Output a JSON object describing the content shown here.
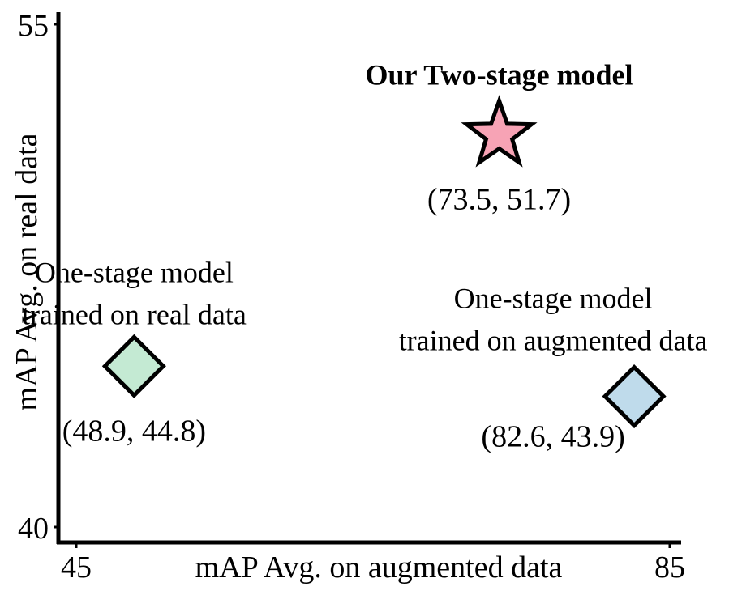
{
  "chart_data": {
    "type": "scatter",
    "xlabel": "mAP Avg. on augmented data",
    "ylabel": "mAP Avg. on real data",
    "xlim": [
      45,
      85
    ],
    "ylim": [
      40,
      55
    ],
    "xticks": [
      "45",
      "85"
    ],
    "yticks": [
      "40",
      "55"
    ],
    "grid": false,
    "points": [
      {
        "x": 73.5,
        "y": 51.7,
        "marker": "star",
        "color": "#f7a3b5",
        "label_lines": [
          "Our Two-stage model"
        ],
        "label_bold": true,
        "coord_label": "(73.5, 51.7)"
      },
      {
        "x": 48.9,
        "y": 44.8,
        "marker": "diamond",
        "color": "#c4ead3",
        "label_lines": [
          "One-stage model",
          "trained on real data"
        ],
        "label_bold": false,
        "coord_label": "(48.9, 44.8)"
      },
      {
        "x": 82.6,
        "y": 43.9,
        "marker": "diamond",
        "color": "#bfdbeb",
        "label_lines": [
          "One-stage model",
          "trained on augmented data"
        ],
        "label_bold": false,
        "coord_label": "(82.6, 43.9)"
      }
    ]
  }
}
